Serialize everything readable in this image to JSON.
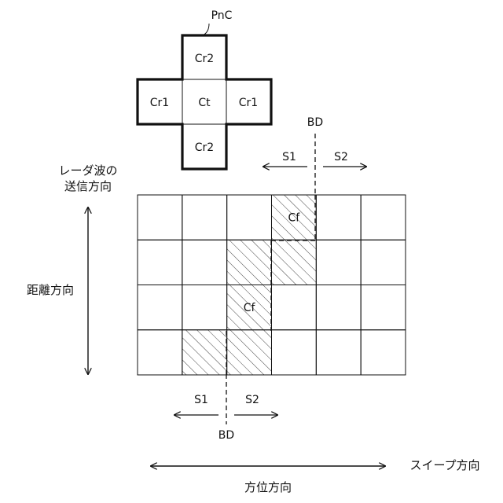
{
  "pnc_label": "PnC",
  "cross_cells": {
    "top": "Cr2",
    "left": "Cr1",
    "center": "Ct",
    "right": "Cr1",
    "bottom": "Cr2"
  },
  "labels": {
    "radar_tx_line1": "レーダ波の",
    "radar_tx_line2": "送信方向",
    "range_direction": "距離方向",
    "azimuth_direction": "方位方向",
    "sweep_direction": "スイープ方向"
  },
  "boundary_top": {
    "name": "BD",
    "left_side": "S1",
    "right_side": "S2"
  },
  "boundary_bottom": {
    "name": "BD",
    "left_side": "S1",
    "right_side": "S2"
  },
  "grid": {
    "rows": 4,
    "cols": 6,
    "hatched_cells": [
      [
        0,
        3
      ],
      [
        1,
        2
      ],
      [
        1,
        3
      ],
      [
        2,
        2
      ],
      [
        3,
        1
      ],
      [
        3,
        2
      ]
    ],
    "cell_labels": [
      {
        "row": 0,
        "col": 3,
        "text": "Cf"
      },
      {
        "row": 2,
        "col": 2,
        "text": "Cf"
      }
    ]
  }
}
